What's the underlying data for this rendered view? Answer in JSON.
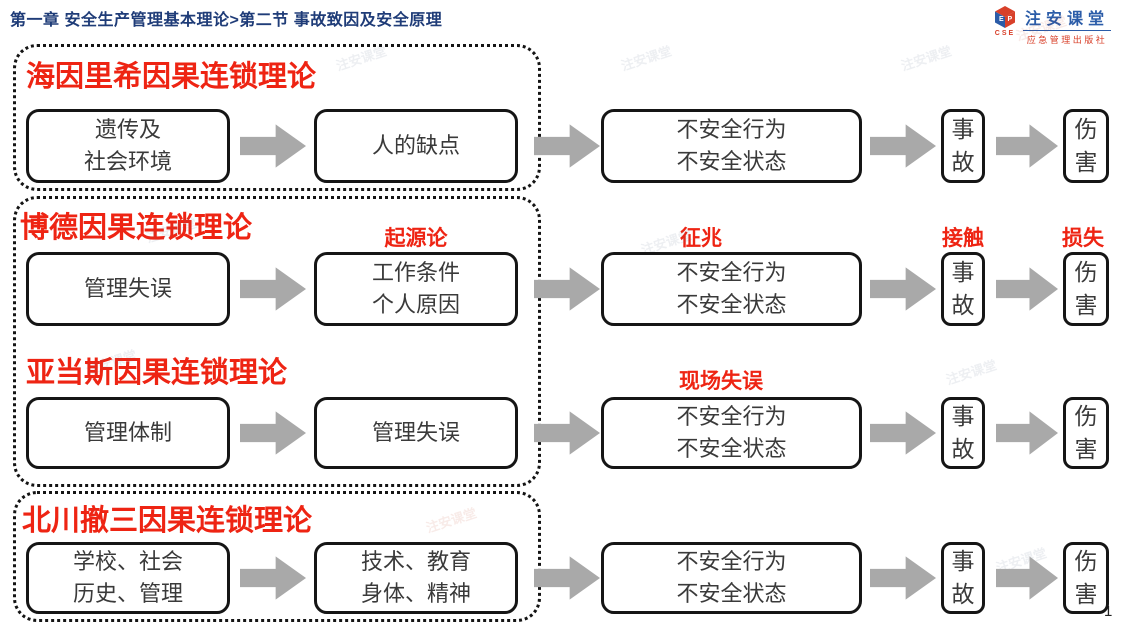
{
  "header": {
    "breadcrumb": "第一章 安全生产管理基本理论>第二节 事故致因及安全原理",
    "logo": {
      "icon": "cube-logo-icon",
      "icon_caption": "CSE",
      "title": "注安课堂",
      "subtitle": "应急管理出版社"
    }
  },
  "watermark_text": "注安课堂",
  "page_number": "1",
  "colors": {
    "accent_red": "#ee2413",
    "breadcrumb_navy": "#1f3c78",
    "arrow_gray": "#a9a9a9",
    "logo_blue": "#2b5ca8",
    "logo_red": "#d8402a",
    "box_border": "#151515"
  },
  "theories": [
    {
      "title": "海因里希因果连锁理论",
      "col1": [
        "遗传及",
        "社会环境"
      ],
      "col2": [
        "人的缺点"
      ],
      "col3": [
        "不安全行为",
        "不安全状态"
      ],
      "col4": "事故",
      "col5": "伤害"
    },
    {
      "title": "博德因果连锁理论",
      "labels": {
        "col2": "起源论",
        "col3": "征兆",
        "col4": "接触",
        "col5": "损失"
      },
      "col1": [
        "管理失误"
      ],
      "col2": [
        "工作条件",
        "个人原因"
      ],
      "col3": [
        "不安全行为",
        "不安全状态"
      ],
      "col4": "事故",
      "col5": "伤害"
    },
    {
      "title": "亚当斯因果连锁理论",
      "labels": {
        "col3": "现场失误"
      },
      "col1": [
        "管理体制"
      ],
      "col2": [
        "管理失误"
      ],
      "col3": [
        "不安全行为",
        "不安全状态"
      ],
      "col4": "事故",
      "col5": "伤害"
    },
    {
      "title": "北川撤三因果连锁理论",
      "col1": [
        "学校、社会",
        "历史、管理"
      ],
      "col2": [
        "技术、教育",
        "身体、精神"
      ],
      "col3": [
        "不安全行为",
        "不安全状态"
      ],
      "col4": "事故",
      "col5": "伤害"
    }
  ]
}
